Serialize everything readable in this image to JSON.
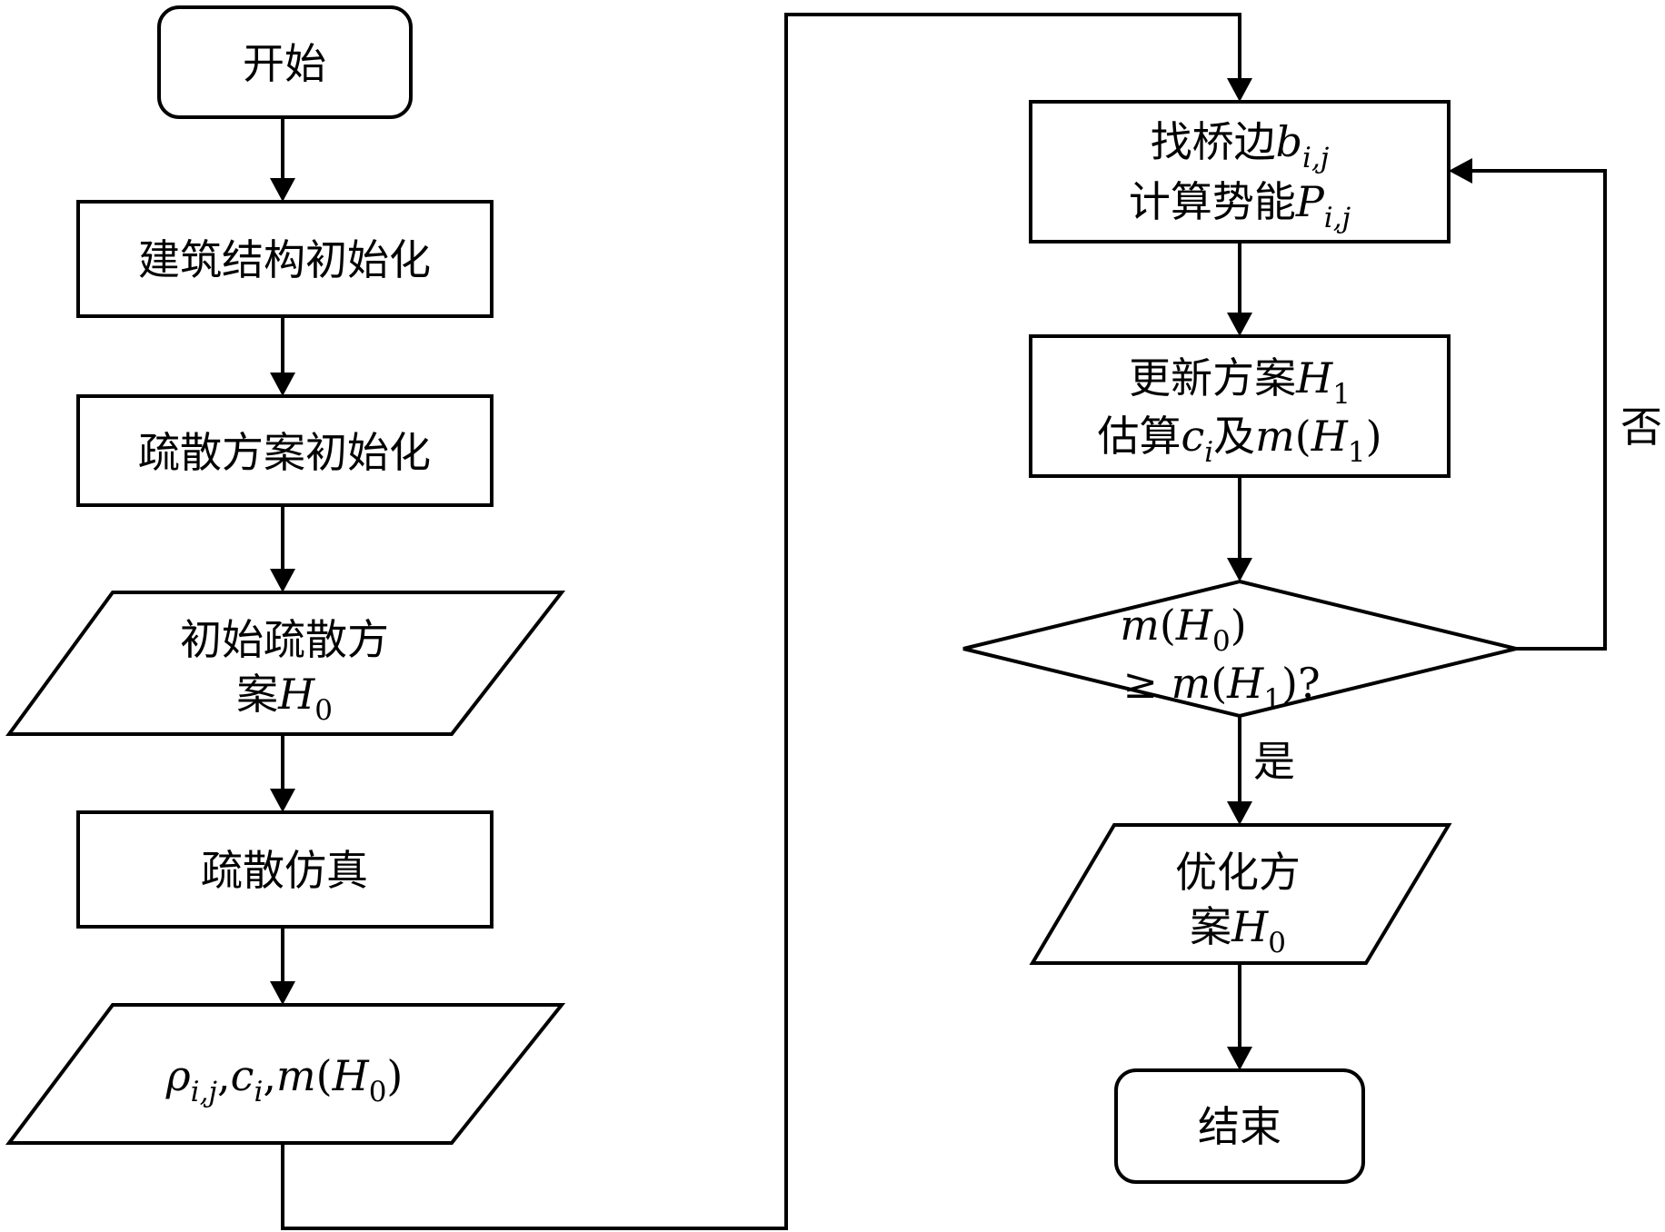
{
  "nodes": {
    "start": {
      "text": "开始"
    },
    "building_init": {
      "text": "建筑结构初始化"
    },
    "plan_init": {
      "text": "疏散方案初始化"
    },
    "initial_plan": {
      "line1": "初始疏散方",
      "line2_prefix": "案",
      "var": "H",
      "sub": "0"
    },
    "simulation": {
      "text": "疏散仿真"
    },
    "outputs": {
      "rho": "ρ",
      "rho_sub": "i,j",
      "sep1": ",",
      "c": "c",
      "c_sub": "i",
      "sep2": ",",
      "m": "m",
      "open": "(",
      "H": "H",
      "H_sub": "0",
      "close": ")"
    },
    "find_bridge": {
      "line1_prefix": "找桥边",
      "b": "b",
      "b_sub": "i,j",
      "line2_prefix": "计算势能",
      "P": "P",
      "P_sub": "i,j"
    },
    "update_plan": {
      "line1_prefix": "更新方案",
      "H": "H",
      "H_sub": "1",
      "line2_prefix": "估算",
      "c": "c",
      "c_sub": "i",
      "mid": "及",
      "m": "m",
      "open": "(",
      "H2": "H",
      "H2_sub": "1",
      "close": ")"
    },
    "decision": {
      "line1_m": "m",
      "line1_open": "(",
      "line1_H": "H",
      "line1_sub": "0",
      "line1_close": ")",
      "line2_ge": "≥ ",
      "line2_m": "m",
      "line2_open": "(",
      "line2_H": "H",
      "line2_sub": "1",
      "line2_close": ")?"
    },
    "optimized_plan": {
      "line1": "优化方",
      "line2_prefix": "案",
      "var": "H",
      "sub": "0"
    },
    "end": {
      "text": "结束"
    }
  },
  "edge_labels": {
    "no": "否",
    "yes": "是"
  }
}
